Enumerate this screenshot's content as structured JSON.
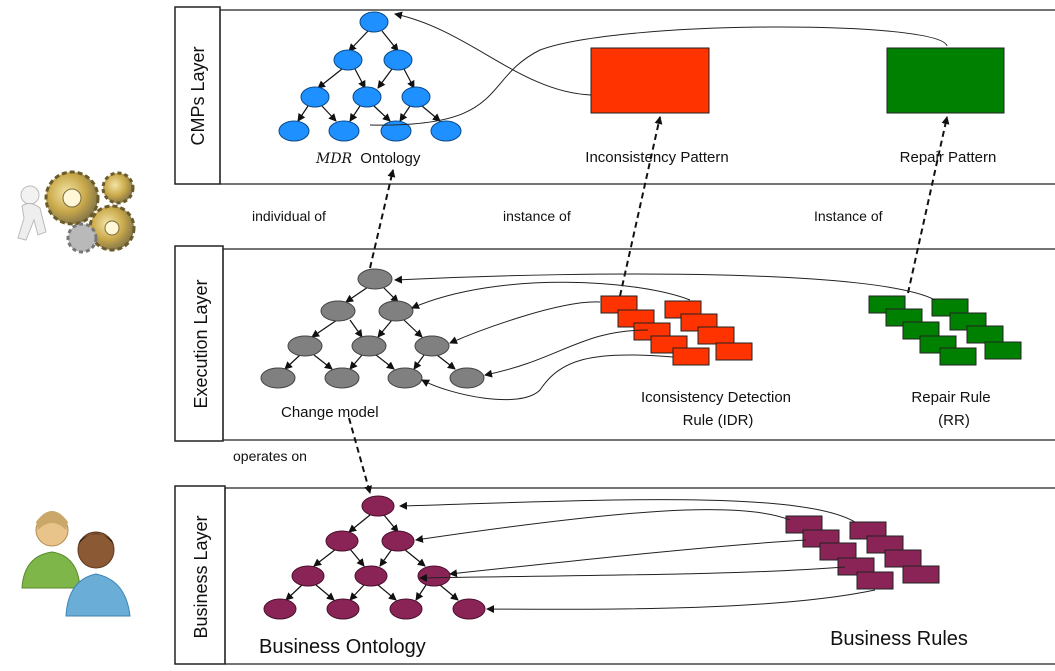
{
  "layers": {
    "cmps": "CMPs Layer",
    "execution": "Execution Layer",
    "business": "Business Layer"
  },
  "labels": {
    "mdr_prefix": "MDR",
    "mdr_ontology": "Ontology",
    "inconsistency_pattern": "Inconsistency Pattern",
    "repair_pattern": "Repair Pattern",
    "individual_of": "individual of",
    "instance_of": "instance of",
    "instance_of_cap": "Instance of",
    "change_model": "Change model",
    "idr_line1": "Iconsistency Detection",
    "idr_line2": "Rule (IDR)",
    "rr_line1": "Repair Rule",
    "rr_line2": "(RR)",
    "operates_on": "operates on",
    "business_ontology": "Business Ontology",
    "business_rules": "Business Rules"
  },
  "colors": {
    "cmps_node": "#1e90ff",
    "execution_node": "#808080",
    "business_node": "#8b2456",
    "inconsistency": "#ff3300",
    "repair": "#008000",
    "frame": "#222222"
  },
  "icons": {
    "cmps_side": "gears-person-icon",
    "business_side": "users-icon"
  }
}
